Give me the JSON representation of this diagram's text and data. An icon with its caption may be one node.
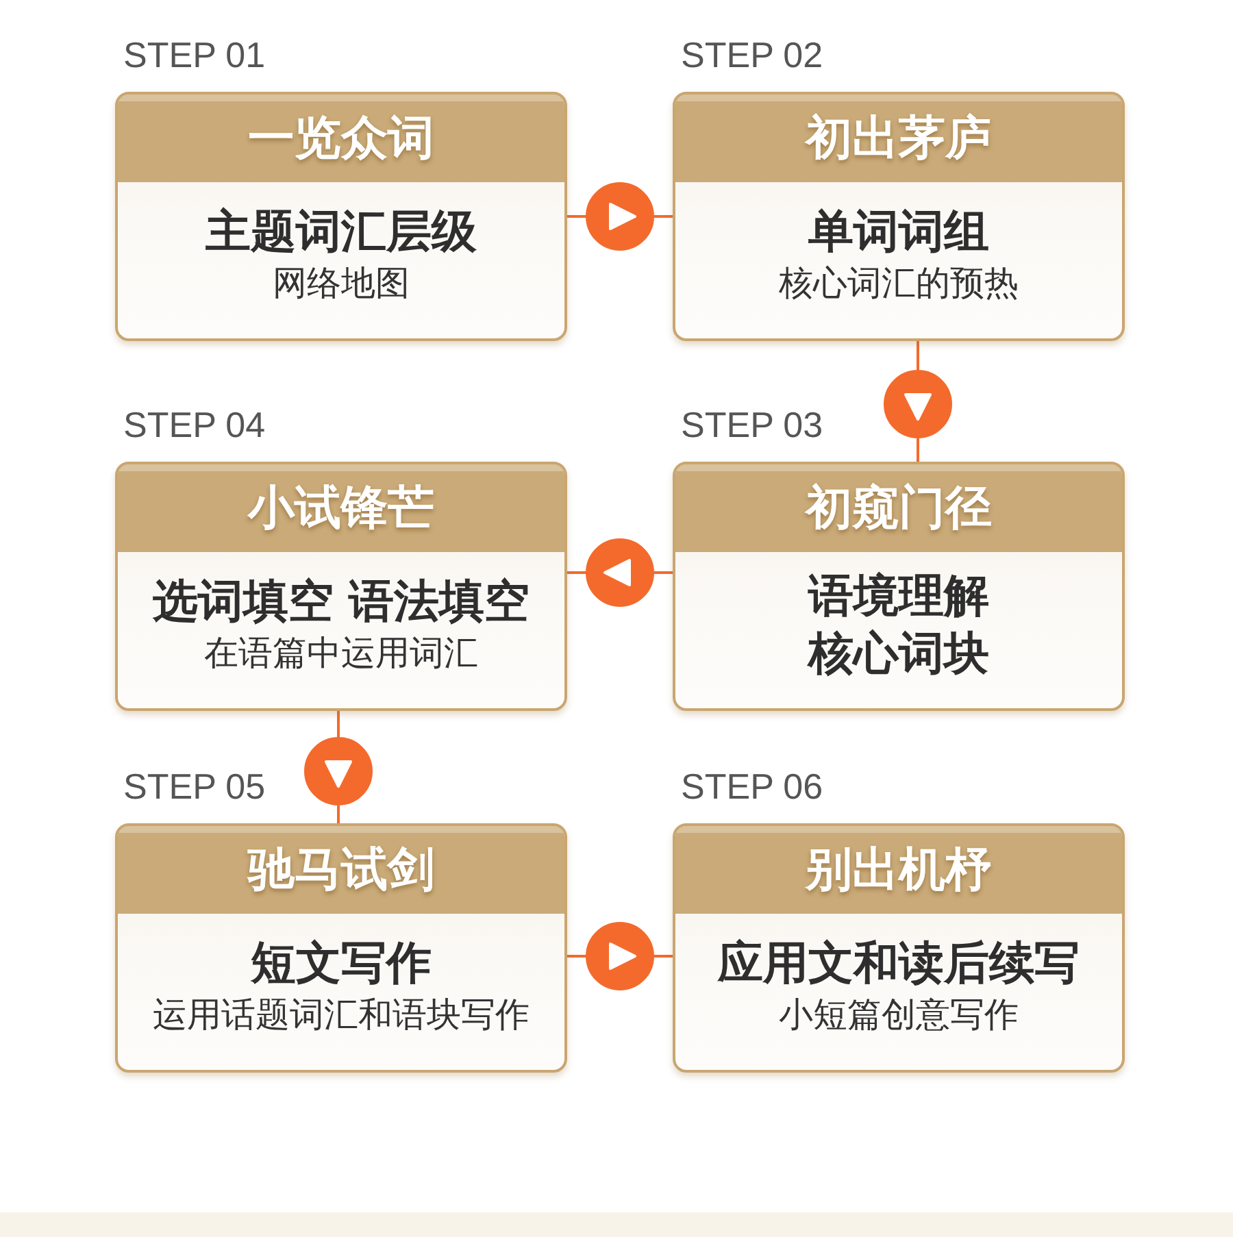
{
  "diagram": {
    "nodes": [
      {
        "text": [
          "一览众词",
          "主题词汇层级",
          "网络地图"
        ],
        "beside": [
          "STEP 01"
        ]
      },
      {
        "text": [
          "初出茅庐",
          "单词词组",
          "核心词汇的预热"
        ],
        "beside": [
          "STEP 02"
        ]
      },
      {
        "text": [
          "小试锋芒",
          "选词填空 语法填空",
          "在语篇中运用词汇"
        ],
        "beside": [
          "STEP 04"
        ]
      },
      {
        "text": [
          "初窥门径",
          "语境理解",
          "核心词块"
        ],
        "beside": [
          "STEP 03"
        ]
      },
      {
        "text": [
          "驰马试剑",
          "短文写作",
          "运用话题词汇和语块写作"
        ],
        "beside": [
          "STEP 05"
        ]
      },
      {
        "text": [
          "别出机杼",
          "应用文和读后续写",
          "小短篇创意写作"
        ],
        "beside": [
          "STEP 06"
        ]
      }
    ],
    "edges": [
      {
        "from": 0,
        "to": 1,
        "arrow": "to"
      },
      {
        "from": 1,
        "to": 3,
        "arrow": "to"
      },
      {
        "from": 3,
        "to": 2,
        "arrow": "to"
      },
      {
        "from": 2,
        "to": 4,
        "arrow": "to"
      },
      {
        "from": 4,
        "to": 5,
        "arrow": "to"
      }
    ]
  }
}
